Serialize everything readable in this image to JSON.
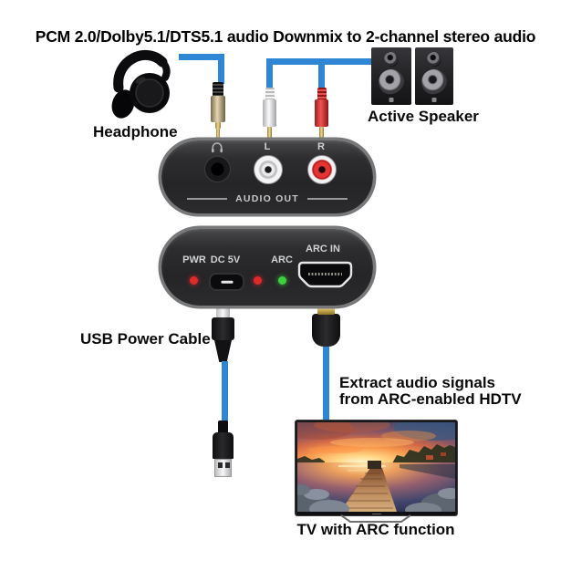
{
  "title": "PCM 2.0/Dolby5.1/DTS5.1 audio Downmix to 2-channel stereo audio",
  "annotations": {
    "headphone": "Headphone",
    "active_speaker": "Active Speaker",
    "usb_power_cable": "USB Power Cable",
    "extract_line1": "Extract audio signals",
    "extract_line2": "from ARC-enabled HDTV",
    "tv_caption": "TV with ARC function"
  },
  "device": {
    "audio_out_panel": {
      "left_channel": "L",
      "right_channel": "R",
      "panel_label": "AUDIO OUT"
    },
    "arc_panel": {
      "power": "PWR",
      "dc_5v": "DC 5V",
      "arc": "ARC",
      "arc_in": "ARC IN"
    }
  },
  "icons": {
    "device_headphone_port": "headphone-icon",
    "headphones_illustration": "headphones-icon",
    "speakers_illustration": "bookshelf-speaker-icon",
    "tv_illustration": "tv-icon"
  },
  "colors": {
    "cable_blue": "#2f86d4",
    "led_red": "#e02a2a",
    "led_green": "#3ecf3e",
    "rca_white": "#ededef",
    "rca_red": "#e03030",
    "device_face": "#28282a",
    "device_rim": "#76787a",
    "plug_gold": "#d8bd7e",
    "panel_text": "#cfd1d3",
    "label_text": "#111111"
  }
}
